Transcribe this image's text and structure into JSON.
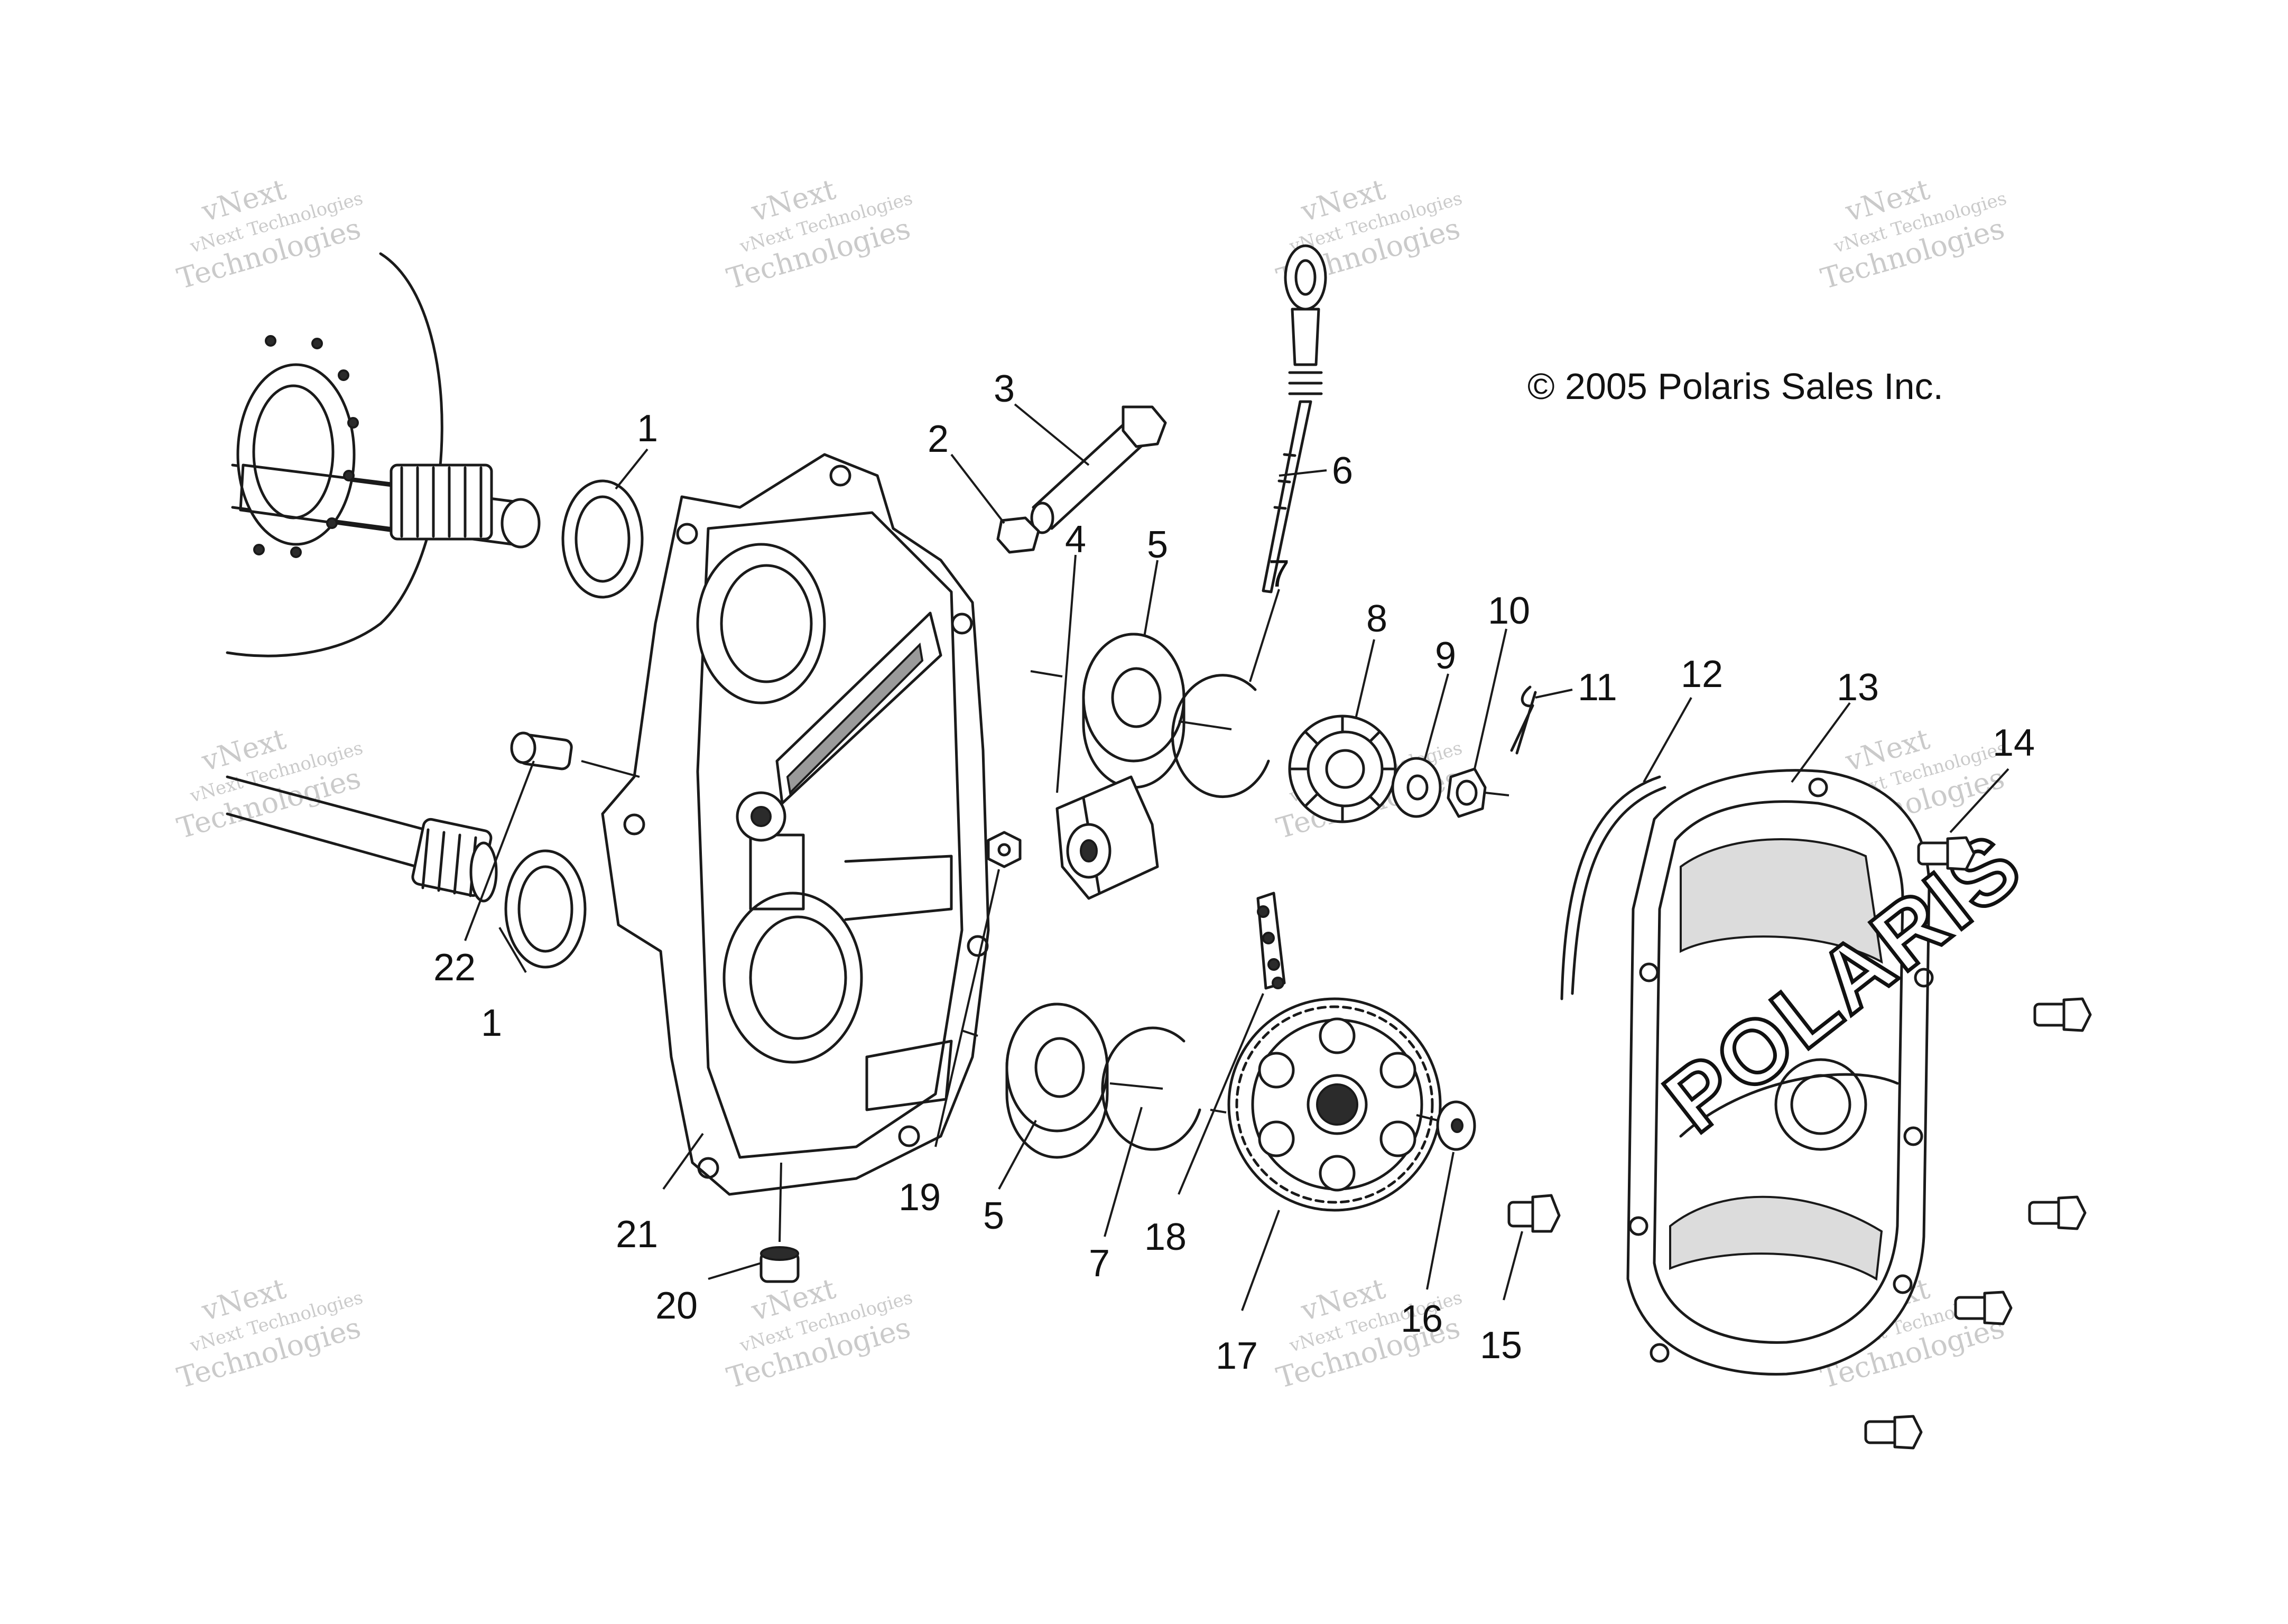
{
  "copyright": "© 2005 Polaris Sales Inc.",
  "logo": "POLARIS",
  "watermark": {
    "line1": "vNext",
    "line2": "vNext Technologies",
    "line3": "Technologies"
  },
  "callouts": [
    "1",
    "1",
    "2",
    "3",
    "4",
    "5",
    "5",
    "6",
    "7",
    "7",
    "8",
    "9",
    "10",
    "11",
    "12",
    "13",
    "14",
    "15",
    "16",
    "17",
    "18",
    "19",
    "20",
    "21",
    "22"
  ],
  "colors": {
    "ink": "#1a1a1a",
    "watermark": "#b9b9b9",
    "background": "#ffffff"
  }
}
